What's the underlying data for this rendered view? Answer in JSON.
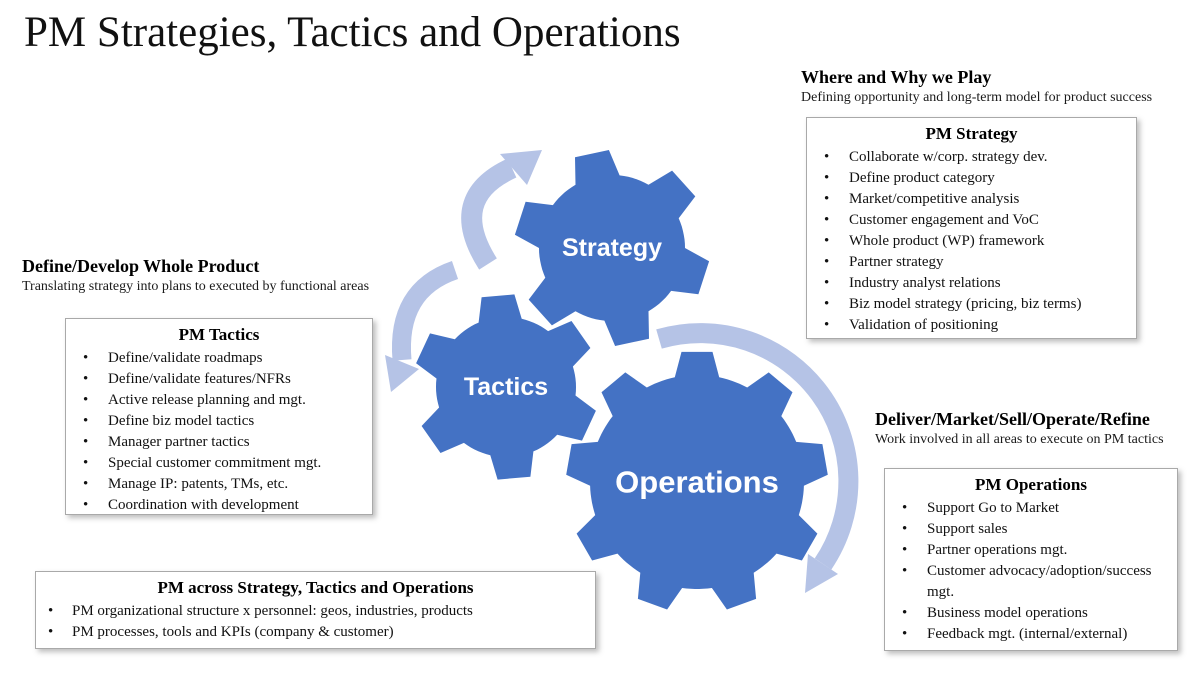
{
  "title": "PM Strategies, Tactics and Operations",
  "colors": {
    "gear_blue": "#4472c4",
    "arrow_light_blue": "#b5c3e6",
    "gear_label_text": "#ffffff",
    "box_border": "#a9a9a9",
    "background": "#ffffff"
  },
  "gears": [
    {
      "id": "strategy",
      "label": "Strategy"
    },
    {
      "id": "tactics",
      "label": "Tactics"
    },
    {
      "id": "operations",
      "label": "Operations"
    }
  ],
  "callouts": {
    "strategy": {
      "heading": "Where and Why we Play",
      "subheading": "Defining opportunity and long-term model for product success",
      "box_title": "PM Strategy",
      "items": [
        "Collaborate w/corp. strategy dev.",
        "Define product category",
        "Market/competitive analysis",
        "Customer engagement and VoC",
        "Whole product (WP) framework",
        "Partner strategy",
        "Industry analyst relations",
        "Biz model strategy (pricing, biz terms)",
        "Validation of positioning"
      ]
    },
    "tactics": {
      "heading": "Define/Develop Whole Product",
      "subheading": "Translating strategy into plans to executed by functional areas",
      "box_title": "PM Tactics",
      "items": [
        "Define/validate roadmaps",
        "Define/validate features/NFRs",
        "Active release planning and mgt.",
        "Define biz model tactics",
        "Manager partner tactics",
        "Special customer commitment mgt.",
        "Manage IP: patents, TMs, etc.",
        "Coordination with development"
      ]
    },
    "operations": {
      "heading": "Deliver/Market/Sell/Operate/Refine",
      "subheading": "Work involved in all areas to execute on PM tactics",
      "box_title": "PM Operations",
      "items": [
        "Support Go to Market",
        "Support sales",
        "Partner operations mgt.",
        "Customer advocacy/adoption/success mgt.",
        "Business model operations",
        "Feedback mgt. (internal/external)"
      ]
    },
    "across": {
      "box_title": "PM across Strategy, Tactics and Operations",
      "items": [
        "PM organizational structure x personnel: geos, industries, products",
        "PM processes, tools and KPIs (company & customer)"
      ]
    }
  }
}
